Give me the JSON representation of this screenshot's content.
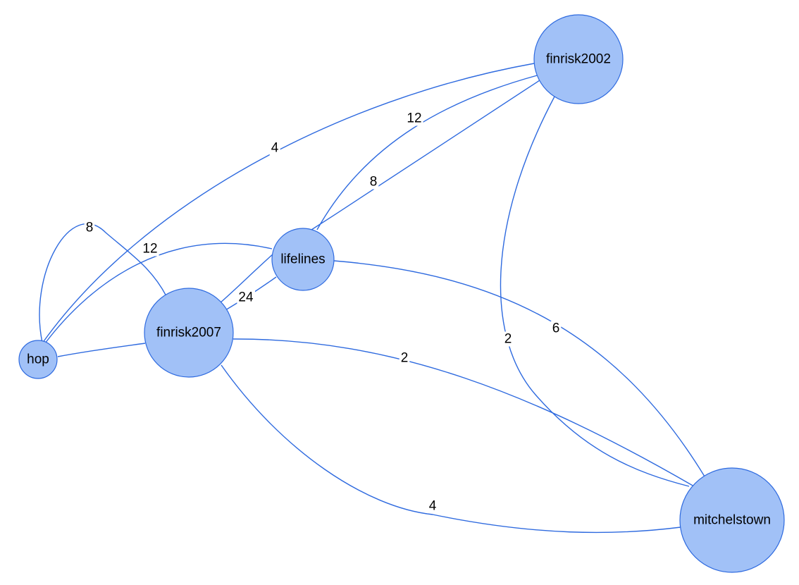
{
  "style": {
    "node_fill": "#A1C1F7",
    "node_stroke": "#2E6ADF",
    "edge_color": "#2E6ADF"
  },
  "nodes": [
    {
      "id": "finrisk2002",
      "label": "finrisk2002"
    },
    {
      "id": "lifelines",
      "label": "lifelines"
    },
    {
      "id": "finrisk2007",
      "label": "finrisk2007"
    },
    {
      "id": "hop",
      "label": "hop"
    },
    {
      "id": "mitchelstown",
      "label": "mitchelstown"
    }
  ],
  "edges": [
    {
      "id": "hop-finrisk2002",
      "source": "hop",
      "target": "finrisk2002",
      "label": "4"
    },
    {
      "id": "lifelines-finrisk2002-a",
      "source": "lifelines",
      "target": "finrisk2002",
      "label": "12"
    },
    {
      "id": "lifelines-finrisk2002-b",
      "source": "lifelines",
      "target": "finrisk2002",
      "label": "8"
    },
    {
      "id": "hop-finrisk2007-a",
      "source": "hop",
      "target": "finrisk2007",
      "label": "8"
    },
    {
      "id": "hop-finrisk2007-b",
      "source": "hop",
      "target": "finrisk2007",
      "label": ""
    },
    {
      "id": "hop-lifelines",
      "source": "hop",
      "target": "lifelines",
      "label": "12"
    },
    {
      "id": "finrisk2007-lifelines-a",
      "source": "finrisk2007",
      "target": "lifelines",
      "label": "24"
    },
    {
      "id": "finrisk2007-lifelines-b",
      "source": "finrisk2007",
      "target": "lifelines",
      "label": ""
    },
    {
      "id": "lifelines-mitchelstown",
      "source": "lifelines",
      "target": "mitchelstown",
      "label": "6"
    },
    {
      "id": "finrisk2002-mitchelstown",
      "source": "finrisk2002",
      "target": "mitchelstown",
      "label": "2"
    },
    {
      "id": "finrisk2007-mitchelstown-a",
      "source": "finrisk2007",
      "target": "mitchelstown",
      "label": "2"
    },
    {
      "id": "finrisk2007-mitchelstown-b",
      "source": "finrisk2007",
      "target": "mitchelstown",
      "label": "4"
    }
  ]
}
